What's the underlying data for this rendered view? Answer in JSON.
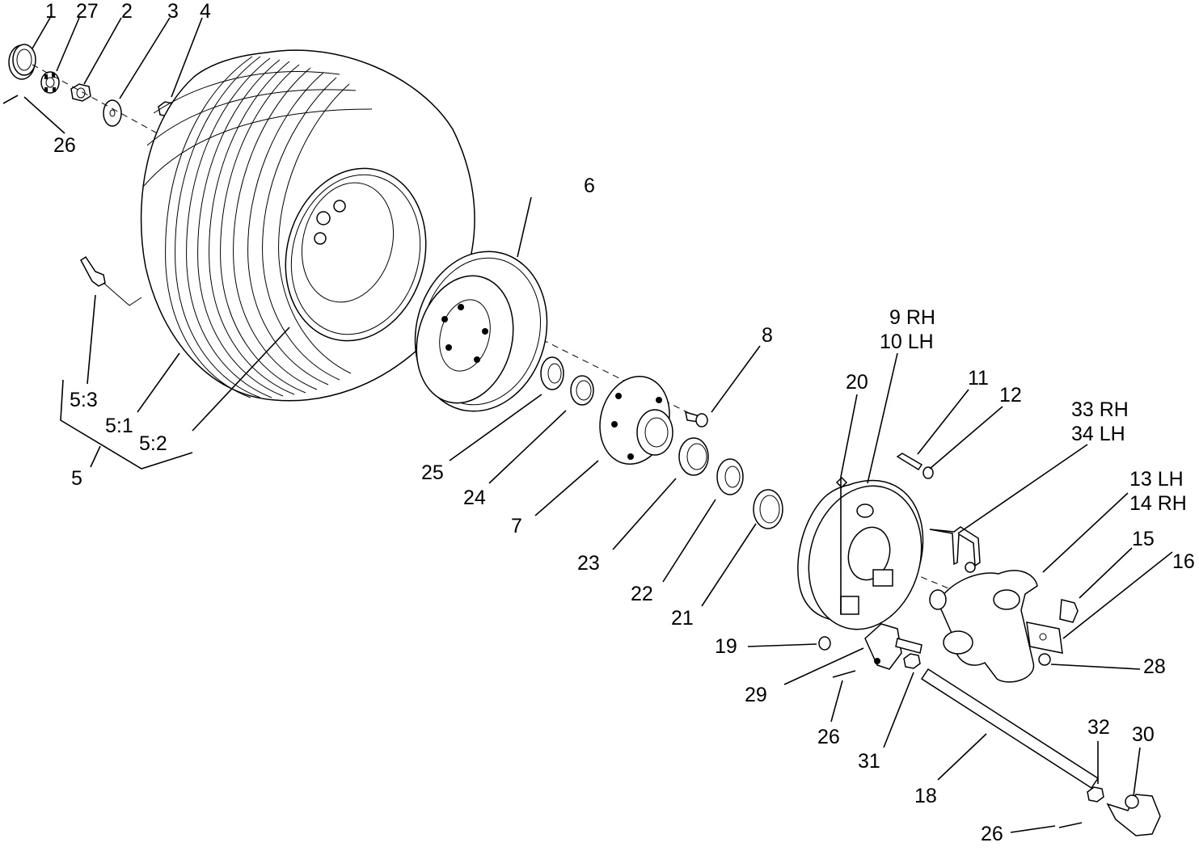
{
  "callouts": {
    "c1": "1",
    "c27": "27",
    "c2": "2",
    "c3": "3",
    "c4": "4",
    "c26a": "26",
    "c6": "6",
    "c5_3": "5:3",
    "c5_1": "5:1",
    "c5_2": "5:2",
    "c5": "5",
    "c8": "8",
    "c9": "9 RH",
    "c10": "10 LH",
    "c20": "20",
    "c11": "11",
    "c12": "12",
    "c33": "33 RH",
    "c34": "34 LH",
    "c13": "13 LH",
    "c14": "14 RH",
    "c15": "15",
    "c16": "16",
    "c25": "25",
    "c24": "24",
    "c7": "7",
    "c23": "23",
    "c22": "22",
    "c21": "21",
    "c19": "19",
    "c28": "28",
    "c29": "29",
    "c26b": "26",
    "c31": "31",
    "c32": "32",
    "c30": "30",
    "c18": "18",
    "c26c": "26"
  }
}
